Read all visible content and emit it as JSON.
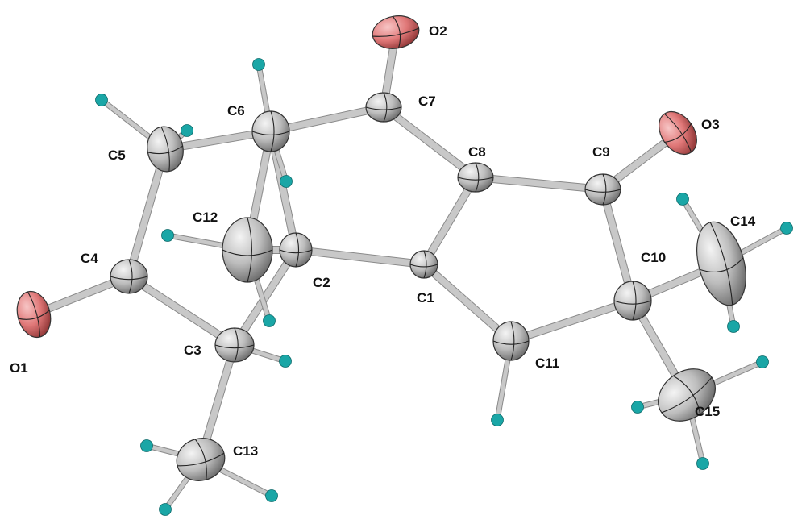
{
  "colors": {
    "background": "#ffffff",
    "bond": "#c8c8c8",
    "bond_edge": "#8a8a8a",
    "carbon": "#bdbdbd",
    "oxygen": "#e07878",
    "hydrogen": "#1aa6a6"
  },
  "atoms": {
    "O1": "O1",
    "O2": "O2",
    "O3": "O3",
    "C1": "C1",
    "C2": "C2",
    "C3": "C3",
    "C4": "C4",
    "C5": "C5",
    "C6": "C6",
    "C7": "C7",
    "C8": "C8",
    "C9": "C9",
    "C10": "C10",
    "C11": "C11",
    "C12": "C12",
    "C13": "C13",
    "C14": "C14",
    "C15": "C15"
  }
}
